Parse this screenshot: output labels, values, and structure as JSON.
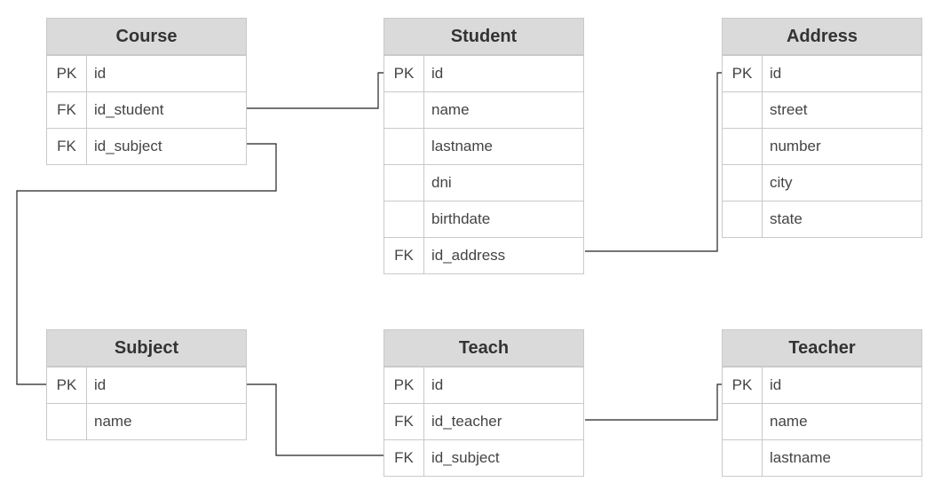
{
  "entities": [
    {
      "id": "course",
      "title": "Course",
      "attributes": [
        {
          "key": "PK",
          "name": "id"
        },
        {
          "key": "FK",
          "name": "id_student"
        },
        {
          "key": "FK",
          "name": "id_subject"
        }
      ]
    },
    {
      "id": "student",
      "title": "Student",
      "attributes": [
        {
          "key": "PK",
          "name": "id"
        },
        {
          "key": "",
          "name": "name"
        },
        {
          "key": "",
          "name": "lastname"
        },
        {
          "key": "",
          "name": "dni"
        },
        {
          "key": "",
          "name": "birthdate"
        },
        {
          "key": "FK",
          "name": "id_address"
        }
      ]
    },
    {
      "id": "address",
      "title": "Address",
      "attributes": [
        {
          "key": "PK",
          "name": "id"
        },
        {
          "key": "",
          "name": "street"
        },
        {
          "key": "",
          "name": "number"
        },
        {
          "key": "",
          "name": "city"
        },
        {
          "key": "",
          "name": "state"
        }
      ]
    },
    {
      "id": "subject",
      "title": "Subject",
      "attributes": [
        {
          "key": "PK",
          "name": "id"
        },
        {
          "key": "",
          "name": "name"
        }
      ]
    },
    {
      "id": "teach",
      "title": "Teach",
      "attributes": [
        {
          "key": "PK",
          "name": "id"
        },
        {
          "key": "FK",
          "name": "id_teacher"
        },
        {
          "key": "FK",
          "name": "id_subject"
        }
      ]
    },
    {
      "id": "teacher",
      "title": "Teacher",
      "attributes": [
        {
          "key": "PK",
          "name": "id"
        },
        {
          "key": "",
          "name": "name"
        },
        {
          "key": "",
          "name": "lastname"
        }
      ]
    }
  ],
  "relationships": [
    {
      "from": "course.id_student",
      "to": "student.id"
    },
    {
      "from": "course.id_subject",
      "to": "subject.id"
    },
    {
      "from": "student.id_address",
      "to": "address.id"
    },
    {
      "from": "subject.id",
      "to": "teach.id_subject"
    },
    {
      "from": "teach.id_teacher",
      "to": "teacher.id"
    }
  ],
  "colors": {
    "header_bg": "#dadada",
    "border": "#c9c9c9",
    "text": "#444444",
    "line": "#222222"
  }
}
